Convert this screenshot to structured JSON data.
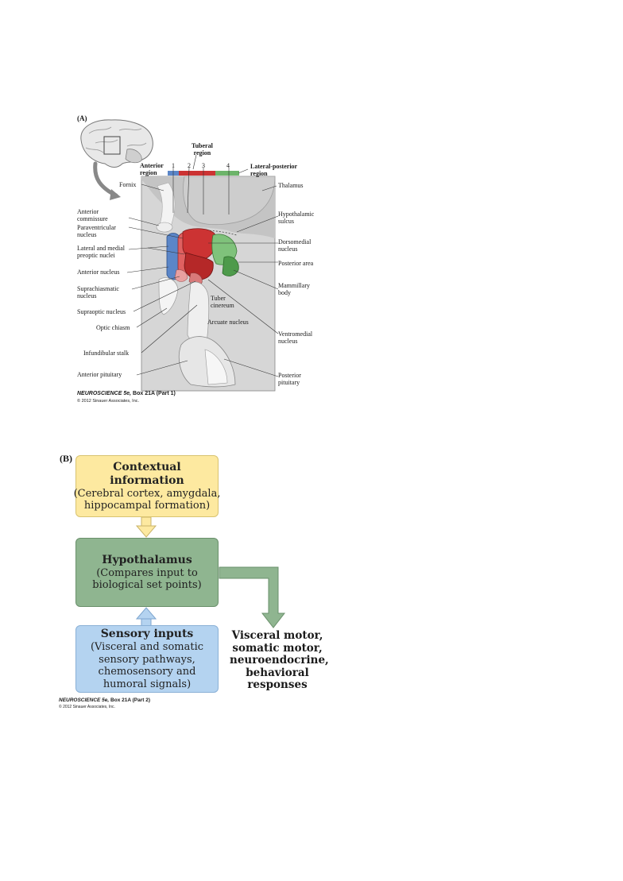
{
  "panel_a": {
    "letter": "(A)",
    "regions": {
      "tuberal": "Tuberal\nregion",
      "anterior": "Anterior\nregion",
      "lateral_posterior": "Lateral-posterior\nregion",
      "numbers": [
        "1",
        "2",
        "3",
        "4"
      ]
    },
    "labels_left": {
      "fornix": "Fornix",
      "anterior_commissure": "Anterior\ncommissure",
      "paraventricular": "Paraventricular\nnucleus",
      "lateral_medial_preoptic": "Lateral and medial\npreoptic nuclei",
      "anterior_nucleus": "Anterior nucleus",
      "suprachiasmatic": "Suprachiasmatic\nnucleus",
      "supraoptic": "Supraoptic nucleus",
      "optic_chiasm": "Optic chiasm",
      "infundibular_stalk": "Infundibular stalk",
      "anterior_pituitary": "Anterior pituitary"
    },
    "labels_right": {
      "thalamus": "Thalamus",
      "hypothalamic_sulcus": "Hypothalamic\nsulcus",
      "dorsomedial": "Dorsomedial\nnucleus",
      "posterior_area": "Posterior area",
      "mammillary": "Mammillary\nbody",
      "ventromedial": "Ventromedial\nnucleus",
      "posterior_pituitary": "Posterior\npituitary"
    },
    "labels_inner": {
      "tuber_cinereum": "Tuber\ncinereum",
      "arcuate": "Arcuate nucleus"
    },
    "credit_title": "NEUROSCIENCE 5e,",
    "credit_box": " Box 21A (Part 1)",
    "credit_copy": "© 2012 Sinauer Associates, Inc."
  },
  "panel_b": {
    "letter": "(B)",
    "contextual": {
      "title": "Contextual information",
      "sub": "(Cerebral cortex, amygdala,\nhippocampal formation)"
    },
    "hypothalamus": {
      "title": "Hypothalamus",
      "sub": "(Compares input to\nbiological set points)"
    },
    "sensory": {
      "title": "Sensory inputs",
      "sub": "(Visceral and somatic\nsensory pathways,\nchemosensory and\nhumoral signals)"
    },
    "outcome": "Visceral motor,\nsomatic motor,\nneuroendocrine,\nbehavioral\nresponses",
    "credit_title": "NEUROSCIENCE 5e,",
    "credit_box": " Box 21A (Part 2)",
    "credit_copy": "© 2012 Sinauer Associates, Inc."
  },
  "colors": {
    "anterior_blue": "#5b86c8",
    "tuberal_red": "#cc3333",
    "posterior_green": "#6db46a",
    "contextual_fill": "#fde9a0",
    "hypothalamus_fill": "#8fb590",
    "sensory_fill": "#b4d3f0"
  }
}
